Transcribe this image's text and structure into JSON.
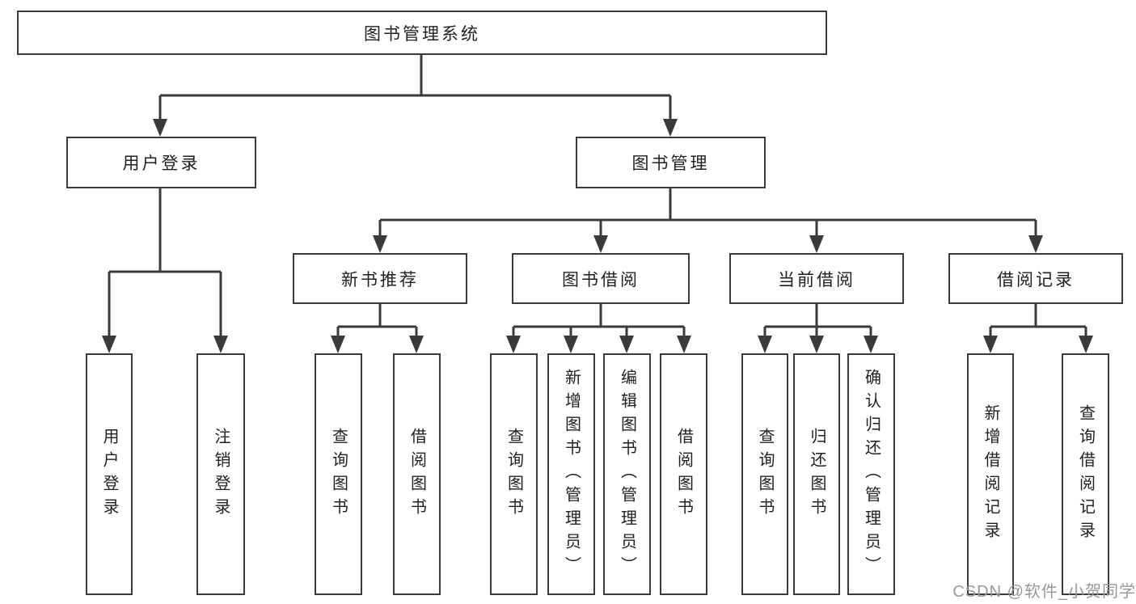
{
  "tree": {
    "root": "图书管理系统",
    "children": [
      {
        "label": "用户登录",
        "children": [
          {
            "label": "用户登录"
          },
          {
            "label": "注销登录"
          }
        ]
      },
      {
        "label": "图书管理",
        "children": [
          {
            "label": "新书推荐",
            "children": [
              {
                "label": "查询图书"
              },
              {
                "label": "借阅图书"
              }
            ]
          },
          {
            "label": "图书借阅",
            "children": [
              {
                "label": "查询图书"
              },
              {
                "label": "新增图书（管理员）"
              },
              {
                "label": "编辑图书（管理员）"
              },
              {
                "label": "借阅图书"
              }
            ]
          },
          {
            "label": "当前借阅",
            "children": [
              {
                "label": "查询图书"
              },
              {
                "label": "归还图书"
              },
              {
                "label": "确认归还（管理员）"
              }
            ]
          },
          {
            "label": "借阅记录",
            "children": [
              {
                "label": "新增借阅记录"
              },
              {
                "label": "查询借阅记录"
              }
            ]
          }
        ]
      }
    ]
  },
  "watermark": {
    "text": "CSDN @软件_小贺同学"
  },
  "colors": {
    "line": "#3a3a3a",
    "text": "#1f1f1f",
    "watermark": "#98989c"
  }
}
